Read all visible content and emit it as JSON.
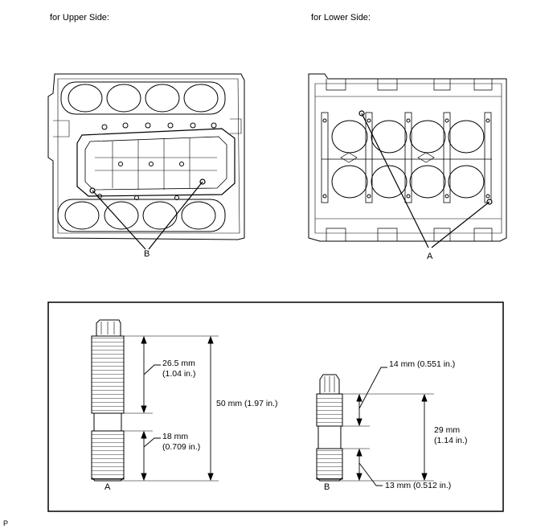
{
  "captions": {
    "upper": "for Upper Side:",
    "lower": "for Lower Side:"
  },
  "callouts": {
    "upper_label": "B",
    "lower_label": "A"
  },
  "bolt_a": {
    "label": "A",
    "upper_dim_line1": "26.5 mm",
    "upper_dim_line2": "(1.04 in.)",
    "lower_dim_line1": "18 mm",
    "lower_dim_line2": "(0.709 in.)",
    "total_dim": "50 mm (1.97 in.)"
  },
  "bolt_b": {
    "label": "B",
    "upper_dim": "14 mm (0.551 in.)",
    "total_dim_line1": "29 mm",
    "total_dim_line2": "(1.14 in.)",
    "lower_dim": "13 mm (0.512 in.)"
  },
  "figure_code": "P"
}
